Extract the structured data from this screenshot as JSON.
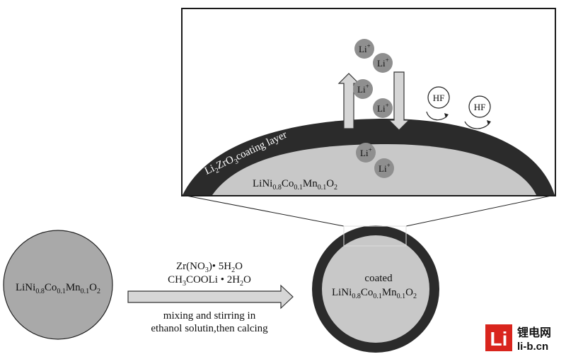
{
  "inset": {
    "coating_label": {
      "a": "Li",
      "b": "2",
      "c": "ZrO",
      "d": "3",
      "e": "coating layer"
    },
    "core_label": {
      "a": "LiNi",
      "b": "0.8",
      "c": "Co",
      "d": "0.1",
      "e": "Mn",
      "f": "0.1",
      "g": "O",
      "h": "2"
    },
    "ion_base": "Li",
    "ion_charge": "+",
    "hf": "HF"
  },
  "left_particle": {
    "label": {
      "a": "LiNi",
      "b": "0.8",
      "c": "Co",
      "d": "0.1",
      "e": "Mn",
      "f": "0.1",
      "g": "O",
      "h": "2"
    }
  },
  "reaction": {
    "line1": {
      "a": "Zr(NO",
      "b": "3",
      "c": ")• 5H",
      "d": "2",
      "e": "O"
    },
    "line2": {
      "a": "CH",
      "b": "3",
      "c": "COOLi • 2H",
      "d": "2",
      "e": "O"
    },
    "line3": "mixing and stirring in",
    "line4": "ethanol solutin,then calcing"
  },
  "right_particle": {
    "coated": "coated",
    "label": {
      "a": "LiNi",
      "b": "0.8",
      "c": "Co",
      "d": "0.1",
      "e": "Mn",
      "f": "0.1",
      "g": "O",
      "h": "2"
    }
  },
  "watermark": {
    "logo_text": "Li",
    "cn": "锂电网",
    "url": "li-b.cn"
  },
  "colors": {
    "coating": "#2b2b2b",
    "core": "#c8c8c8",
    "particle": "#a9a9a9",
    "ion": "#8f8f8f",
    "arrow": "#d6d6d6",
    "logo": "#d9251d"
  }
}
